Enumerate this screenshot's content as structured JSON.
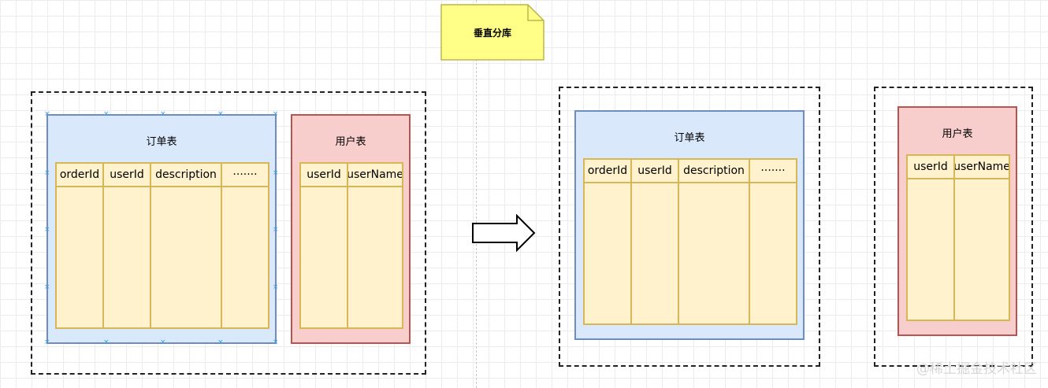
{
  "note": {
    "text": "垂直分库",
    "fill": "#ffff88",
    "stroke": "#c9c84a"
  },
  "before": {
    "order_table": {
      "title": "订单表",
      "columns": [
        "orderId",
        "userId",
        "description",
        "·······"
      ]
    },
    "user_table": {
      "title": "用户表",
      "columns": [
        "userId",
        "userName"
      ]
    }
  },
  "after": {
    "order_table": {
      "title": "订单表",
      "columns": [
        "orderId",
        "userId",
        "description",
        "·······"
      ]
    },
    "user_table": {
      "title": "用户表",
      "columns": [
        "userId",
        "userName"
      ]
    }
  },
  "arrow": {
    "icon": "right-arrow-icon"
  },
  "watermark": "@稀土掘金技术社区",
  "colors": {
    "order_fill": "#dae8fc",
    "order_stroke": "#6c8ebf",
    "user_fill": "#f8cecc",
    "user_stroke": "#b85450",
    "column_fill": "#fff2cc",
    "column_stroke": "#d6b656",
    "selection_handle": "#3c9ee4"
  }
}
